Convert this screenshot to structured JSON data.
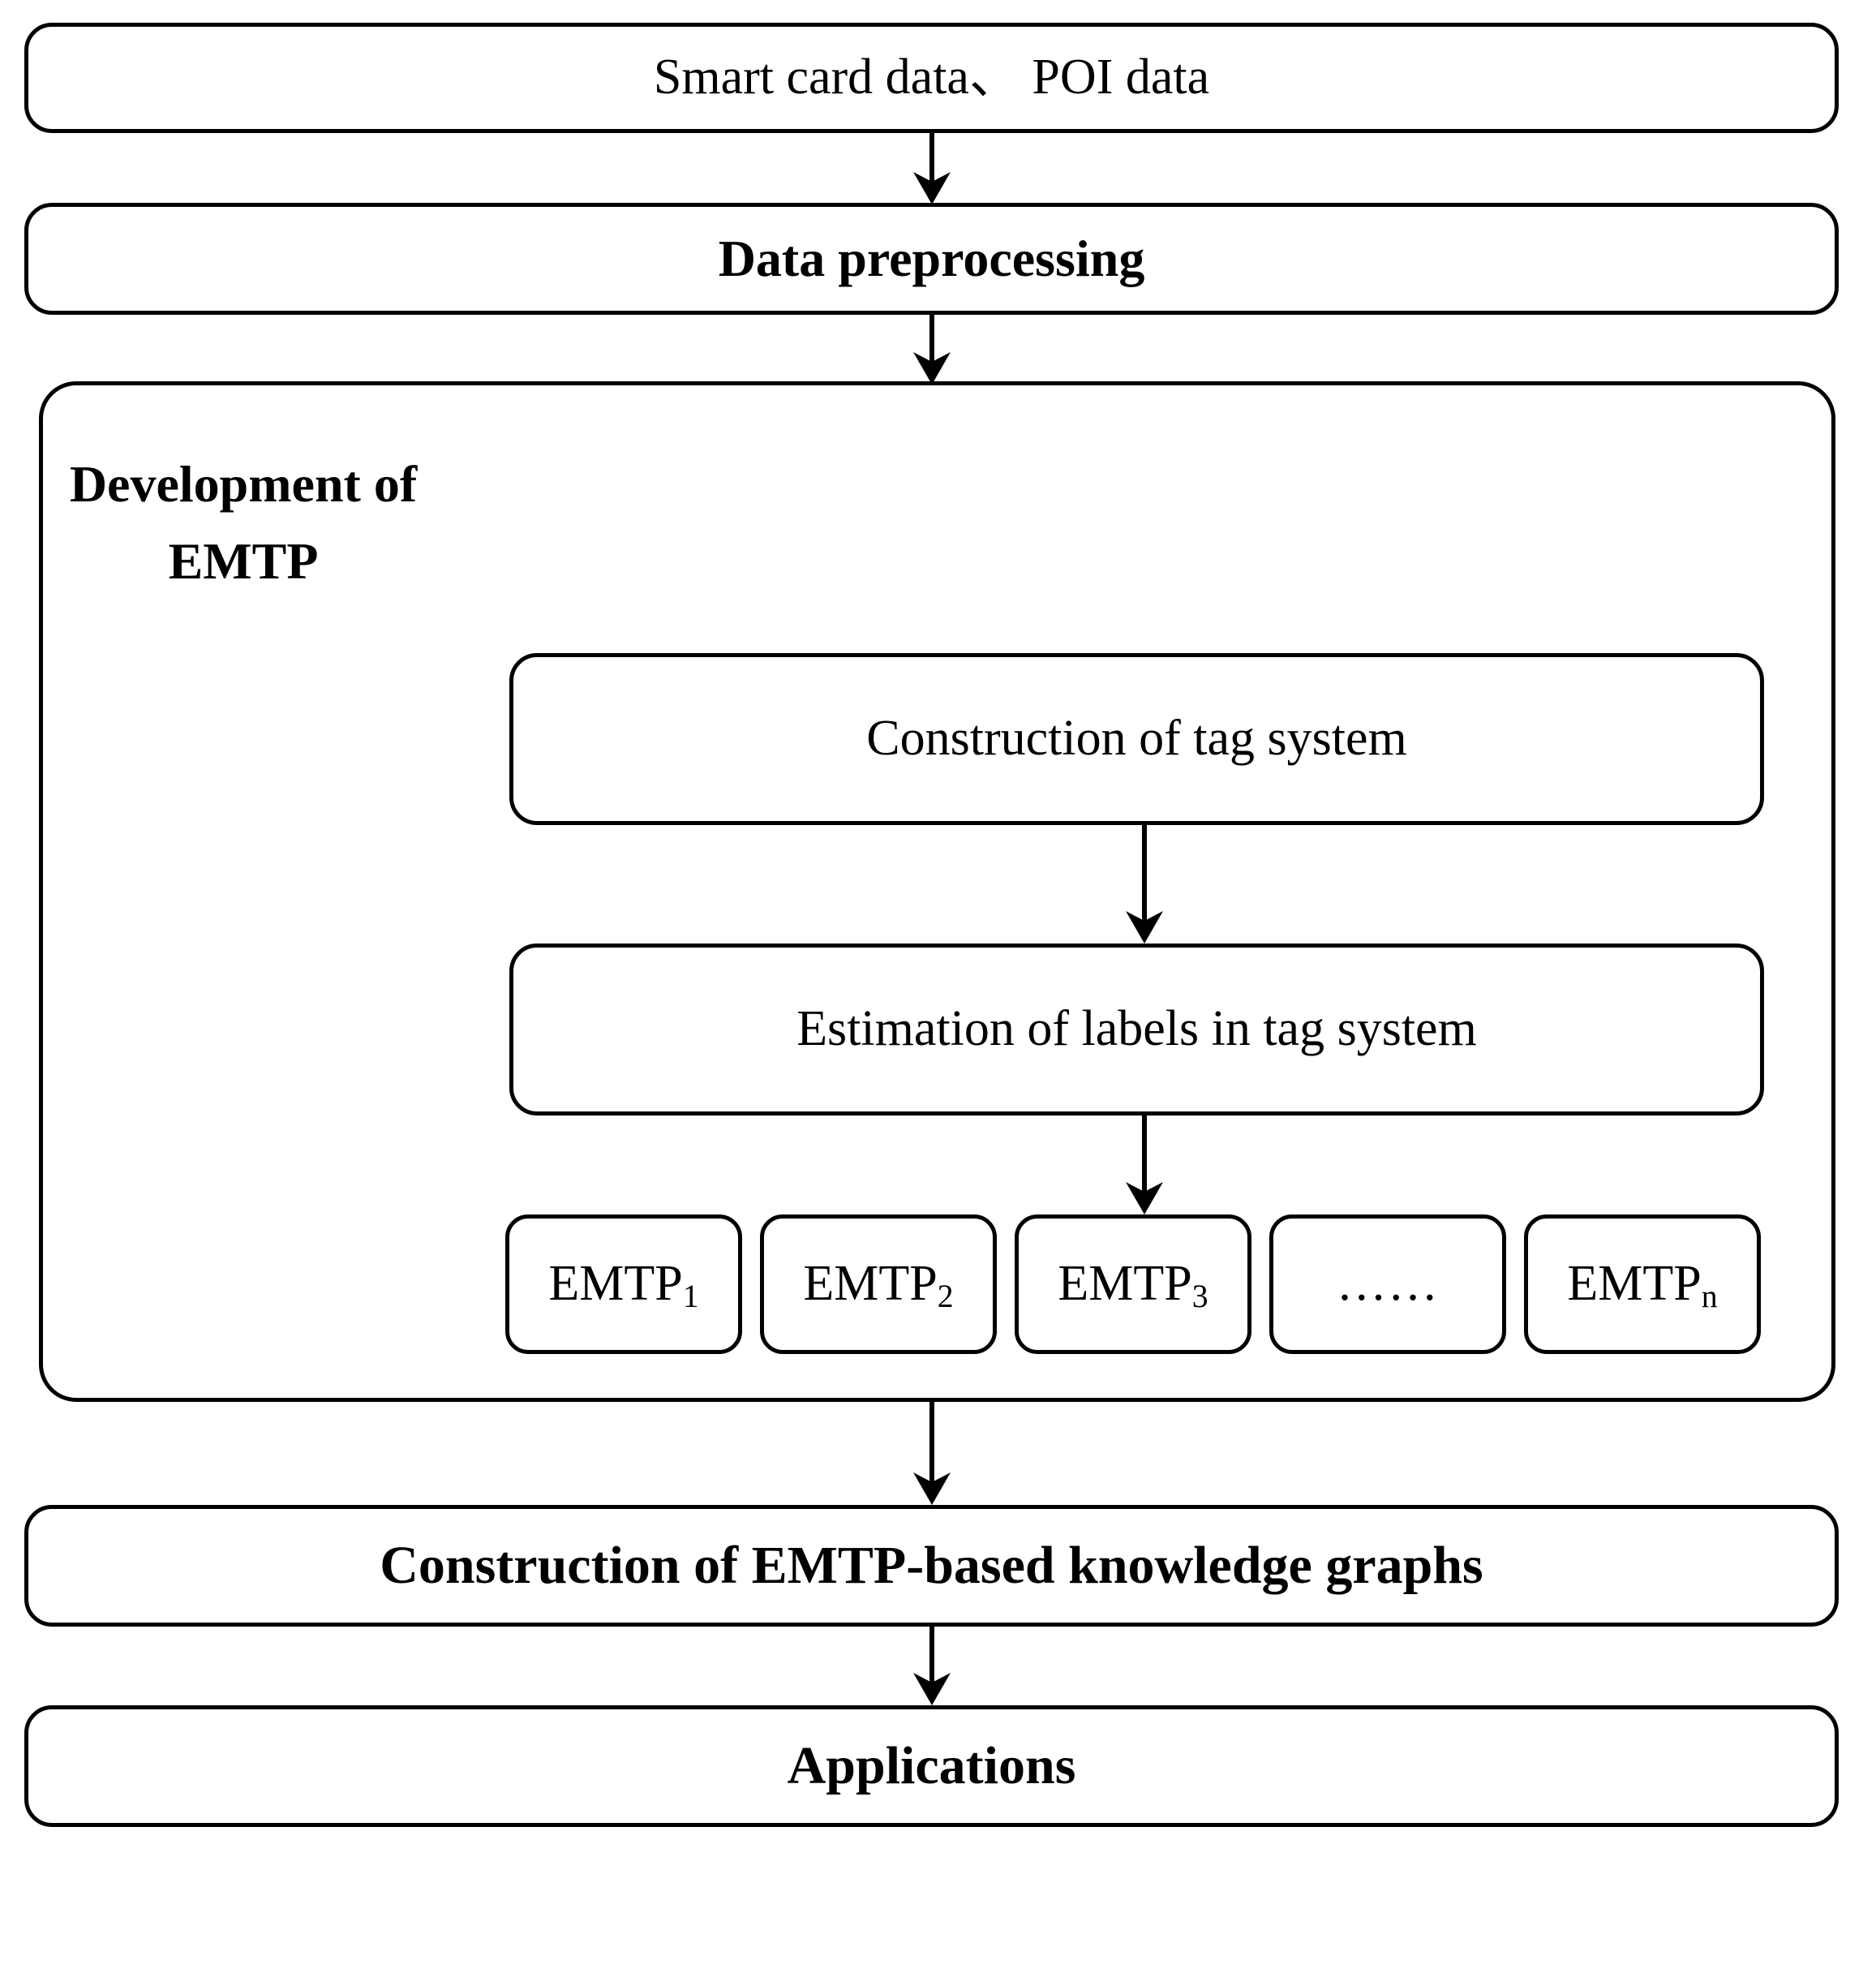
{
  "figure": {
    "title": "EMTP development framework flowchart",
    "background_color": "#ffffff",
    "line_color": "#000000"
  },
  "nodes": {
    "source": {
      "label": "Smart card data、 POI data",
      "bold": false
    },
    "preprocessing": {
      "label": "Data preprocessing",
      "bold": true
    },
    "emtp_container": {
      "group_label": "Development\nof EMTP",
      "tag_system": {
        "label": "Construction of tag system",
        "bold": false
      },
      "estimation": {
        "label": "Estimation of labels in tag system",
        "bold": false
      },
      "chips": [
        {
          "base": "EMTP",
          "sub": "1"
        },
        {
          "base": "EMTP",
          "sub": "2"
        },
        {
          "base": "EMTP",
          "sub": "3"
        },
        {
          "base": "……",
          "sub": ""
        },
        {
          "base": "EMTP",
          "sub": "n"
        }
      ]
    },
    "knowledge_graphs": {
      "label": "Construction of EMTP-based knowledge graphs",
      "bold": true
    },
    "applications": {
      "label": "Applications",
      "bold": true
    }
  },
  "arrows": [
    {
      "name": "arrow-source-to-preprocessing",
      "from": "source",
      "to": "preprocessing",
      "direction": "down"
    },
    {
      "name": "arrow-preprocessing-to-emtp",
      "from": "preprocessing",
      "to": "emtp_container",
      "direction": "down"
    },
    {
      "name": "arrow-tag-system-to-estimation",
      "from": "tag_system",
      "to": "estimation",
      "direction": "down"
    },
    {
      "name": "arrow-estimation-to-chips",
      "from": "estimation",
      "to": "chips",
      "direction": "down"
    },
    {
      "name": "arrow-emtp-to-knowledge-graphs",
      "from": "emtp_container",
      "to": "knowledge_graphs",
      "direction": "down"
    },
    {
      "name": "arrow-knowledge-graphs-to-applications",
      "from": "knowledge_graphs",
      "to": "applications",
      "direction": "down"
    }
  ]
}
